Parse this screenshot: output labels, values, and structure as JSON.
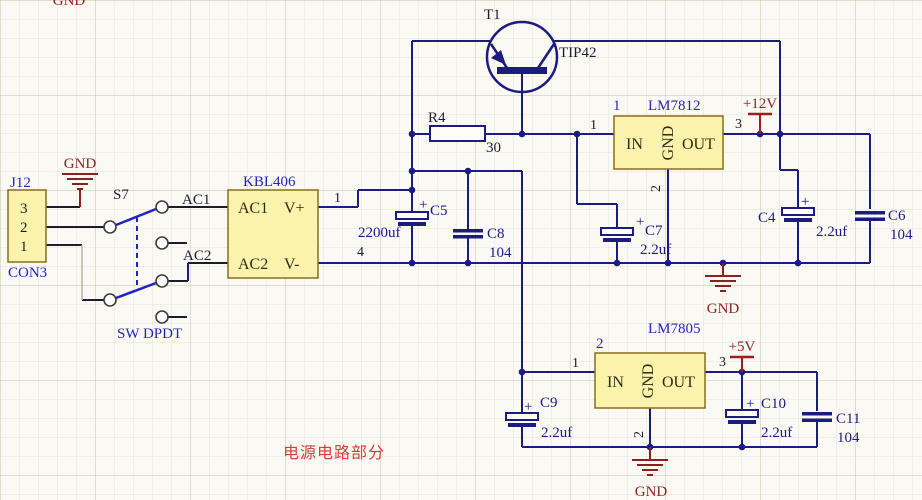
{
  "annotations": {
    "section_label": "电源电路部分",
    "top_clipped_gnd": "GND"
  },
  "colors": {
    "wire_navy": "#1b1b80",
    "wire_black": "#1c1c2e",
    "power_red": "#9a2020",
    "box_fill": "#fbf3ab",
    "box_border": "#8a6d1e",
    "label_blue": "#2525bb",
    "section_red": "#d43c3c"
  },
  "j12": {
    "designator": "J12",
    "footprint": "CON3",
    "pin3": "3",
    "pin2": "2",
    "pin1": "1",
    "gnd_label": "GND"
  },
  "s7": {
    "designator": "S7",
    "type_label": "SW DPDT"
  },
  "nets": {
    "ac1": "AC1",
    "ac2": "AC2"
  },
  "bridge": {
    "name": "KBL406",
    "in_top": "AC1",
    "out_top": "V+",
    "in_bottom": "AC2",
    "out_bottom": "V-",
    "pin_top": "1",
    "pin_bottom": "4"
  },
  "t1": {
    "designator": "T1",
    "part": "TIP42"
  },
  "r4": {
    "designator": "R4",
    "value": "30"
  },
  "u1": {
    "designator": "1",
    "name": "LM7812",
    "pin_in_label": "IN",
    "pin_gnd_label": "GND",
    "pin_out_label": "OUT",
    "num_in": "1",
    "num_out": "3",
    "num_gnd": "2"
  },
  "u2": {
    "designator": "2",
    "name": "LM7805",
    "pin_in_label": "IN",
    "pin_gnd_label": "GND",
    "pin_out_label": "OUT",
    "num_in": "1",
    "num_out": "3",
    "num_gnd": "2"
  },
  "power": {
    "v12": "+12V",
    "v5": "+5V",
    "gnd_mid": "GND",
    "gnd_bottom": "GND"
  },
  "caps": {
    "c5": {
      "ref": "C5",
      "value": "2200uf",
      "plus": "+"
    },
    "c8": {
      "ref": "C8",
      "value": "104"
    },
    "c7": {
      "ref": "C7",
      "value": "2.2uf",
      "plus": "+"
    },
    "c4": {
      "ref": "C4",
      "value": "2.2uf",
      "plus": "+"
    },
    "c6": {
      "ref": "C6",
      "value": "104"
    },
    "c9": {
      "ref": "C9",
      "value": "2.2uf",
      "plus": "+"
    },
    "c10": {
      "ref": "C10",
      "value": "2.2uf",
      "plus": "+"
    },
    "c11": {
      "ref": "C11",
      "value": "104"
    }
  }
}
